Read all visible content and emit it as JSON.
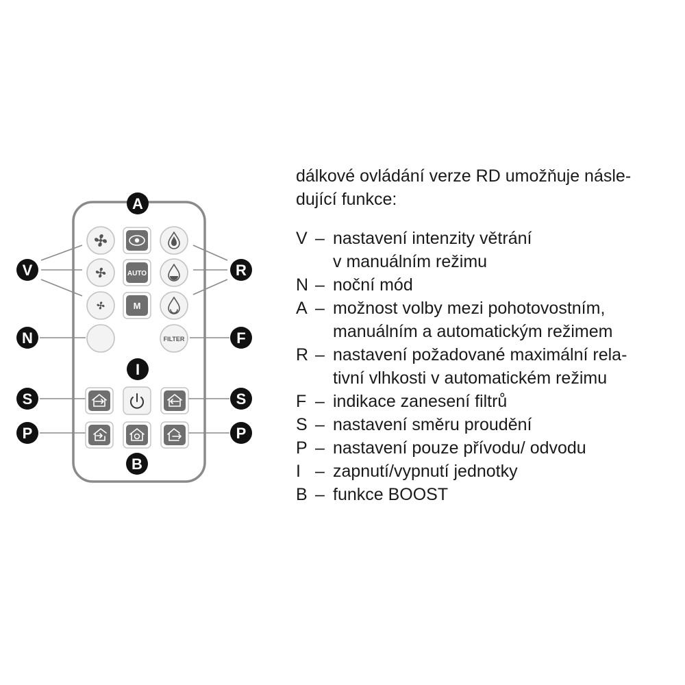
{
  "colors": {
    "marker": "#111111",
    "remote_outline": "#8a8a8a",
    "dark_button": "#6f6f6f",
    "light_button": "#f3f3f3"
  },
  "remote": {
    "markers": {
      "A": "A",
      "V": "V",
      "R": "R",
      "N": "N",
      "F": "F",
      "I": "I",
      "S_left": "S",
      "S_right": "S",
      "P_left": "P",
      "P_right": "P",
      "B": "B"
    },
    "buttons": {
      "fan_high": "fan-icon",
      "eye": "eye-icon",
      "drop_high": "drop-icon",
      "fan_medium": "fan-icon",
      "auto_label": "AUTO",
      "drop_medium": "drop-icon",
      "fan_low": "fan-icon",
      "manual_label": "M",
      "drop_low": "drop-icon",
      "night": "moon-icon",
      "filter_label": "FILTER",
      "direction_in": "house-arrow-in-icon",
      "power": "power-icon",
      "direction_out": "house-arrow-out-icon",
      "supply_only": "house-enter-icon",
      "boost": "house-fan-icon",
      "extract_only": "house-exit-icon"
    }
  },
  "description": {
    "intro": "dálkové ovládání verze RD umožňuje násle-\ndující funkce:",
    "items": [
      {
        "key": "V",
        "dash": "–",
        "text": "nastavení intenzity větrání\nv manuálním režimu"
      },
      {
        "key": "N",
        "dash": "–",
        "text": "noční mód"
      },
      {
        "key": "A",
        "dash": "–",
        "text": "možnost volby mezi pohotovostním,\nmanuálním a automatickým režimem"
      },
      {
        "key": "R",
        "dash": "–",
        "text": "nastavení požadované maximální rela-\ntivní vlhkosti v automatickém režimu"
      },
      {
        "key": "F",
        "dash": "–",
        "text": "indikace zanesení filtrů"
      },
      {
        "key": "S",
        "dash": "–",
        "text": "nastavení směru proudění"
      },
      {
        "key": "P",
        "dash": "–",
        "text": "nastavení pouze přívodu/ odvodu"
      },
      {
        "key": "I",
        "dash": "–",
        "text": "zapnutí/vypnutí jednotky"
      },
      {
        "key": "B",
        "dash": "–",
        "text": "funkce BOOST"
      }
    ]
  }
}
